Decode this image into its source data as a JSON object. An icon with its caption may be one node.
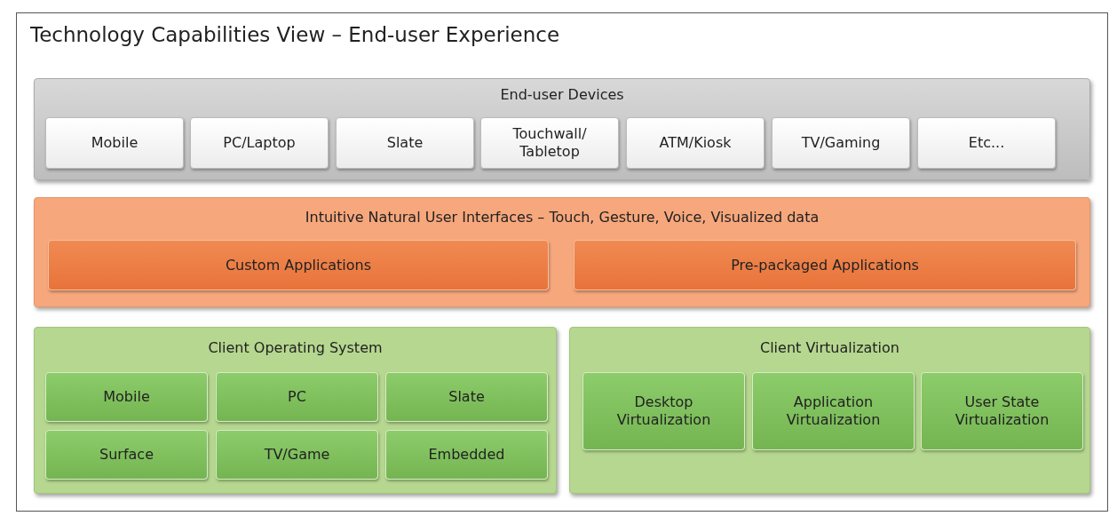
{
  "diagram": {
    "title": "Technology Capabilities View – End-user Experience",
    "nodes": [
      {
        "text": [
          "End-user Devices"
        ]
      },
      {
        "text": [
          "Mobile"
        ],
        "in": 0
      },
      {
        "text": [
          "PC/Laptop"
        ],
        "in": 0
      },
      {
        "text": [
          "Slate"
        ],
        "in": 0
      },
      {
        "text": [
          "Touchwall/ Tabletop"
        ],
        "in": 0
      },
      {
        "text": [
          "ATM/Kiosk"
        ],
        "in": 0
      },
      {
        "text": [
          "TV/Gaming"
        ],
        "in": 0
      },
      {
        "text": [
          "Etc..."
        ],
        "in": 0
      },
      {
        "text": [
          "Intuitive Natural User Interfaces – Touch, Gesture, Voice, Visualized data"
        ]
      },
      {
        "text": [
          "Custom Applications"
        ],
        "in": 8
      },
      {
        "text": [
          "Pre-packaged Applications"
        ],
        "in": 8
      },
      {
        "text": [
          "Client Operating System"
        ]
      },
      {
        "text": [
          "Mobile"
        ],
        "in": 11
      },
      {
        "text": [
          "PC"
        ],
        "in": 11
      },
      {
        "text": [
          "Slate"
        ],
        "in": 11
      },
      {
        "text": [
          "Surface"
        ],
        "in": 11
      },
      {
        "text": [
          "TV/Game"
        ],
        "in": 11
      },
      {
        "text": [
          "Embedded"
        ],
        "in": 11
      },
      {
        "text": [
          "Client Virtualization"
        ]
      },
      {
        "text": [
          "Desktop Virtualization"
        ],
        "in": 18
      },
      {
        "text": [
          "Application Virtualization"
        ],
        "in": 18
      },
      {
        "text": [
          "User State Virtualization"
        ],
        "in": 18
      }
    ],
    "edges": []
  }
}
